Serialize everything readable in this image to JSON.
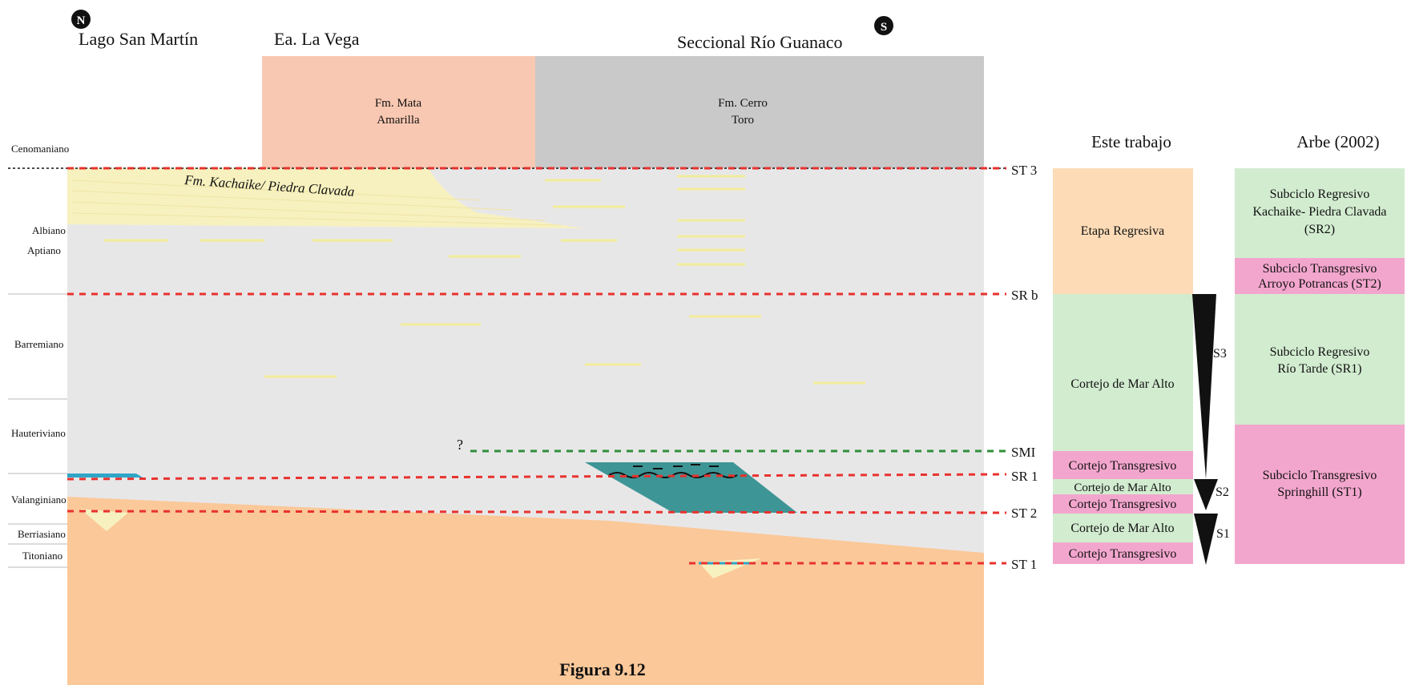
{
  "header": {
    "north_symbol": "N",
    "south_symbol": "S",
    "loc_lago": "Lago San Martín",
    "loc_vega": "Ea. La Vega",
    "loc_rio": "Seccional Río Guanaco"
  },
  "formations": {
    "mata_line1": "Fm. Mata",
    "mata_line2": "Amarilla",
    "cerro_line1": "Fm. Cerro",
    "cerro_line2": "Toro",
    "kachaike": "Fm. Kachaike/ Piedra Clavada"
  },
  "stages": {
    "cenomaniano": "Cenomaniano",
    "albiano": "Albiano",
    "aptiano": "Aptiano",
    "barremiano": "Barremiano",
    "hauteriviano": "Hauteriviano",
    "valanginiano": "Valanginiano",
    "berriasiano": "Berriasiano",
    "titoniano": "Titoniano"
  },
  "surfaces": {
    "st3": "ST 3",
    "srb": "SR b",
    "smi": "SMI",
    "sr1": "SR 1",
    "st2": "ST 2",
    "st1": "ST 1",
    "question": "?"
  },
  "este_trabajo": {
    "title": "Este trabajo",
    "etapa": "Etapa Regresiva",
    "mar_alto_main": "Cortejo de Mar Alto",
    "transgresivo_upper": "Cortejo Transgresivo",
    "mar_alto_s2": "Cortejo de Mar Alto",
    "transgresivo_s2": "Cortejo Transgresivo",
    "mar_alto_s1": "Cortejo de Mar Alto",
    "transgresivo_s1": "Cortejo Transgresivo"
  },
  "sequences": {
    "s3": "S3",
    "s2": "S2",
    "s1": "S1"
  },
  "arbe": {
    "title": "Arbe (2002)",
    "sr2_l1": "Subciclo Regresivo",
    "sr2_l2": "Kachaike- Piedra Clavada",
    "sr2_l3": "(SR2)",
    "st2_l1": "Subciclo Transgresivo",
    "st2_l2": "Arroyo Potrancas (ST2)",
    "sr1_l1": "Subciclo Regresivo",
    "sr1_l2": "Río Tarde (SR1)",
    "st1_l1": "Subciclo Transgresivo",
    "st1_l2": "Springhill (ST1)"
  },
  "caption": "Figura 9.12",
  "colors": {
    "grey_fill": "#e8e7e8",
    "orange_basement": "#fbc899",
    "salmon_mata": "#f9c8b2",
    "grey_cerro": "#c9c9c9",
    "kachaike_yellow": "#f7f1bf",
    "teal_wedge": "#3e9595",
    "red_line": "#e8322e",
    "green_line": "#2f8f3a",
    "box_peach": "#fcdbb6",
    "box_green": "#d2ecd0",
    "box_pink": "#f3a6cd"
  }
}
